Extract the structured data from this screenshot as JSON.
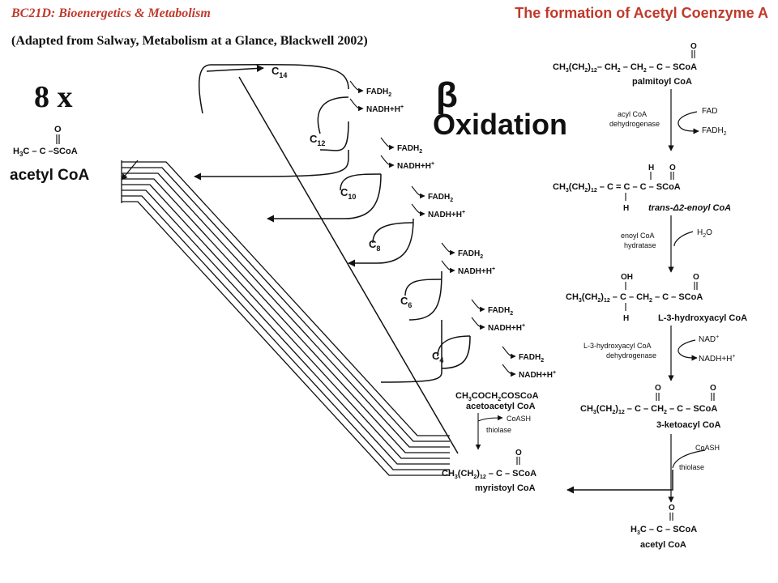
{
  "header": {
    "course": "BC21D: Bioenergetics & Metabolism",
    "title": "The formation of Acetyl Coenzyme A",
    "source": "(Adapted from Salway, Metabolism at a Glance, Blackwell 2002)"
  },
  "multiplier": "8 x",
  "beta_label": "β",
  "oxidation_label": "Oxidation",
  "acetyl_product": {
    "name": "acetyl CoA"
  },
  "cycle": {
    "intermediates": [
      "C14",
      "C12",
      "C10",
      "C8",
      "C6",
      "C4"
    ],
    "fadh2": "FADH2",
    "nadh": "NADH+H+",
    "acetoacetyl": {
      "formula": "CH3COCH2COSCoA",
      "name": "acetoacetyl CoA"
    },
    "coash": "CoASH",
    "thiolase": "thiolase",
    "myristoyl": {
      "name": "myristoyl CoA"
    }
  },
  "pathway": {
    "palmitoyl": "palmitoyl CoA",
    "step1": {
      "enzyme": [
        "acyl CoA",
        "dehydrogenase"
      ],
      "in": "FAD",
      "out": "FADH2"
    },
    "enoyl": "trans-Δ2-enoyl CoA",
    "step2": {
      "enzyme": [
        "enoyl CoA",
        "hydratase"
      ],
      "in": "H2O"
    },
    "hydroxyacyl": "L-3-hydroxyacyl CoA",
    "step3": {
      "enzyme": [
        "L-3-hydroxyacyl CoA",
        "dehydrogenase"
      ],
      "in": "NAD+",
      "out": "NADH+H+"
    },
    "ketoacyl": "3-ketoacyl CoA",
    "step4": {
      "in": "CoASH",
      "enzyme": "thiolase"
    },
    "final": "acetyl CoA"
  }
}
